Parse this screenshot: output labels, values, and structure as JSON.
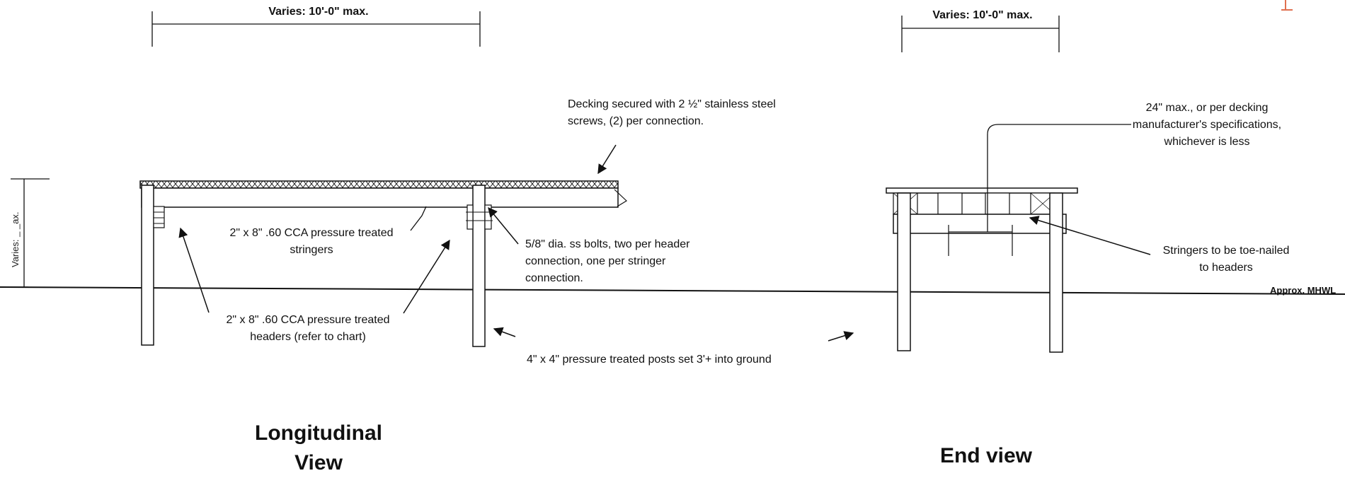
{
  "dimensions": {
    "longitudinal_span": "Varies: 10'-0\" max.",
    "end_span": "Varies: 10'-0\" max.",
    "vertical": "Varies: _ _ax."
  },
  "callouts": {
    "decking": [
      "Decking secured with 2 ½\" stainless steel",
      "screws, (2) per connection."
    ],
    "spacing": [
      "24\" max., or per decking",
      "manufacturer's specifications,",
      "whichever is less"
    ],
    "stringers": [
      "2\" x 8\" .60 CCA pressure treated",
      "stringers"
    ],
    "bolts": [
      "5/8\" dia. ss bolts, two per header",
      "connection, one per stringer",
      "connection."
    ],
    "headers": [
      "2\" x 8\" .60 CCA pressure  treated",
      "headers (refer to chart)"
    ],
    "toe_nail": [
      "Stringers to be toe-nailed",
      "to headers"
    ],
    "posts": "4\" x 4\" pressure treated posts set 3'+ into ground",
    "mhwl": "Approx. MHWL"
  },
  "titles": {
    "longitudinal": [
      "Longitudinal",
      "View"
    ],
    "end": "End view"
  },
  "colors": {
    "ink": "#111111",
    "corner_mark": "#e07050"
  }
}
